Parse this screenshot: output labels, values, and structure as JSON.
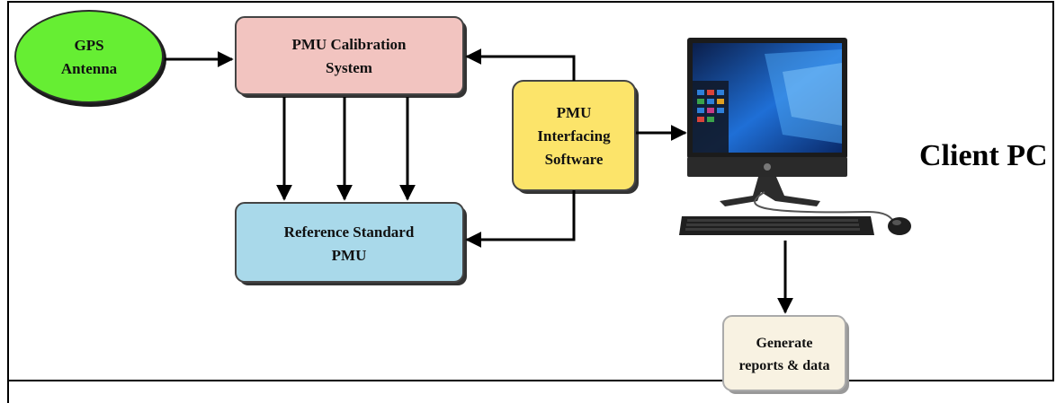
{
  "nodes": {
    "gps": {
      "line1": "GPS",
      "line2": "Antenna",
      "fill": "#66ee33"
    },
    "calibration": {
      "line1": "PMU Calibration",
      "line2": "System",
      "fill": "#f2c4c0"
    },
    "reference": {
      "line1": "Reference Standard",
      "line2": "PMU",
      "fill": "#a9d9ea"
    },
    "interfacing": {
      "line1": "PMU",
      "line2": "Interfacing",
      "line3": "Software",
      "fill": "#fce46a"
    },
    "reports": {
      "line1": "Generate",
      "line2": "reports & data",
      "fill": "#f8f2e2"
    }
  },
  "client_pc": {
    "label": "Client PC"
  }
}
